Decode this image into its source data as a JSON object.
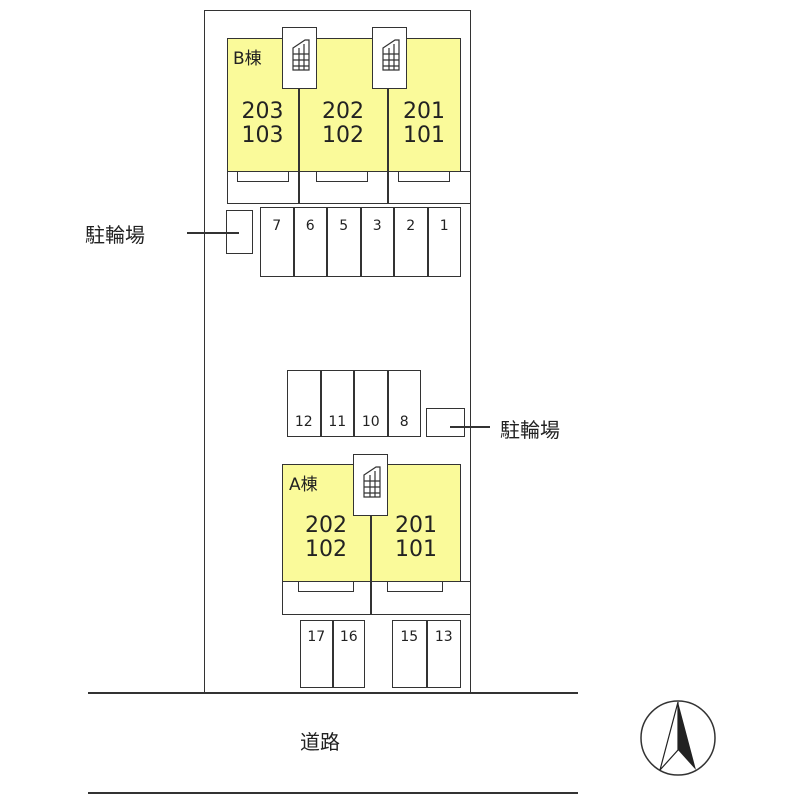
{
  "building_b": {
    "label": "B棟",
    "units": [
      {
        "upper": "203",
        "lower": "103"
      },
      {
        "upper": "202",
        "lower": "102"
      },
      {
        "upper": "201",
        "lower": "101"
      }
    ]
  },
  "building_a": {
    "label": "A棟",
    "units": [
      {
        "upper": "202",
        "lower": "102"
      },
      {
        "upper": "201",
        "lower": "101"
      }
    ]
  },
  "parking_top": [
    "7",
    "6",
    "5",
    "3",
    "2",
    "1"
  ],
  "parking_middle": [
    "12",
    "11",
    "10",
    "8"
  ],
  "parking_bottom_left": [
    "17",
    "16"
  ],
  "parking_bottom_right": [
    "15",
    "13"
  ],
  "bicycle_parking_label": "駐輪場",
  "road_label": "道路",
  "colors": {
    "building": "#fafa9a",
    "line": "#333333"
  }
}
